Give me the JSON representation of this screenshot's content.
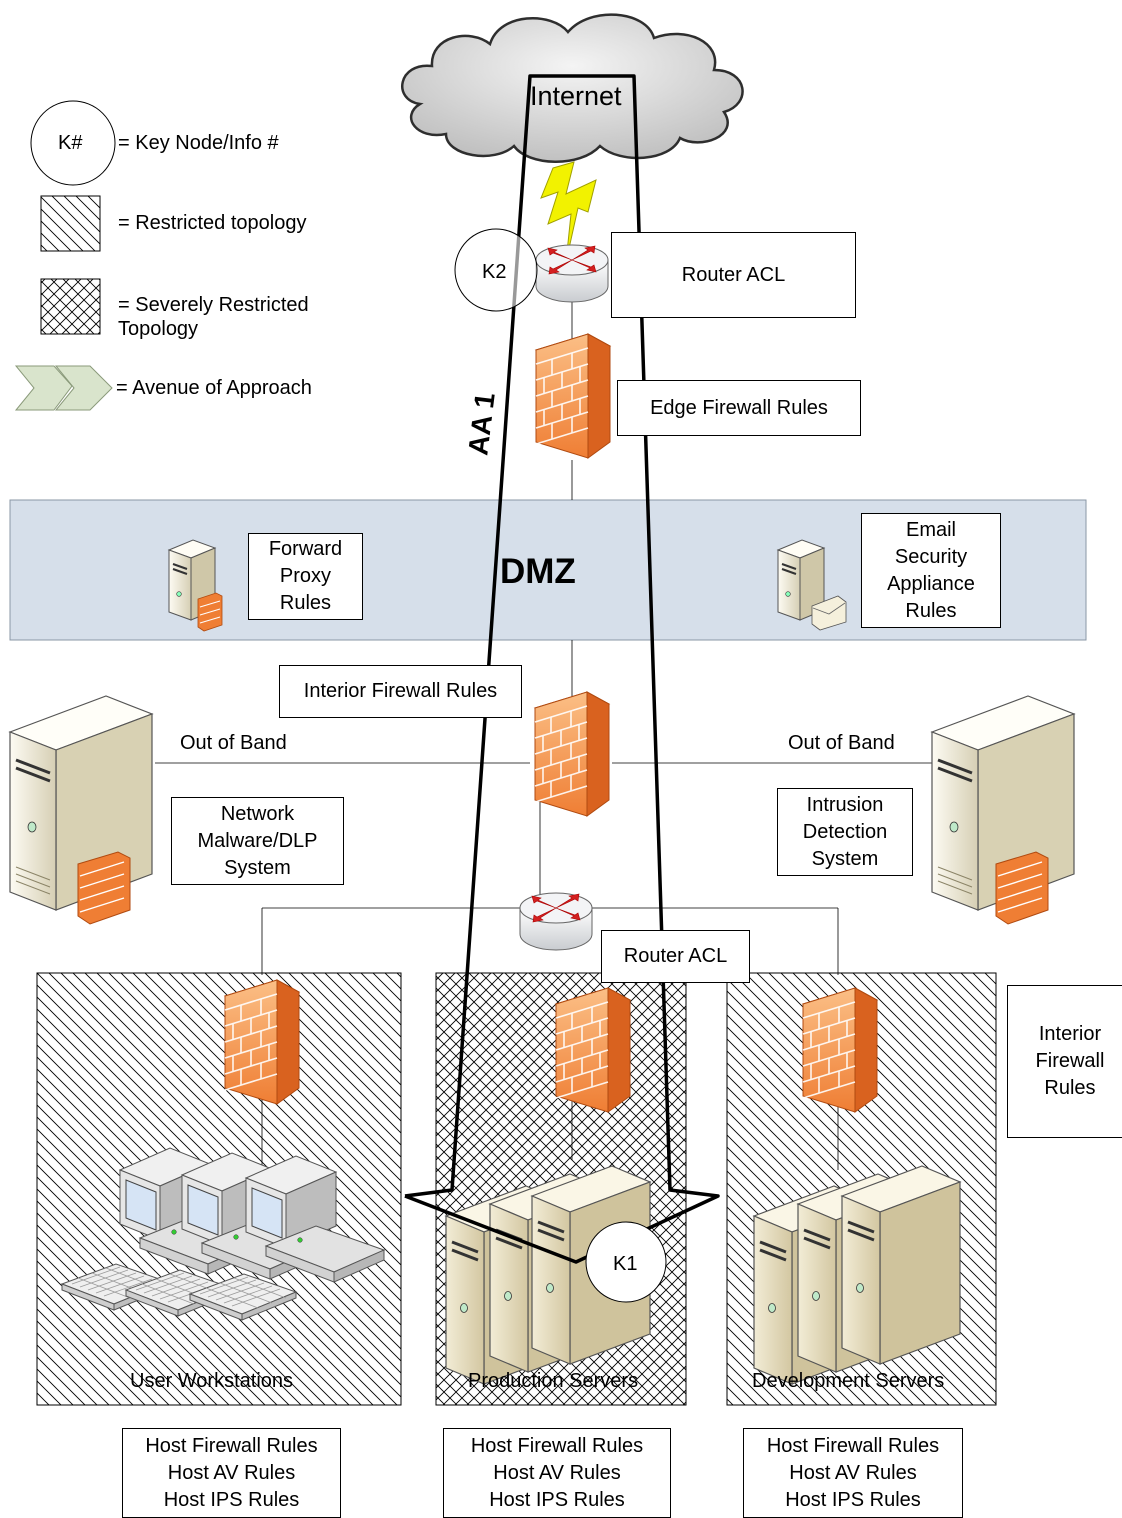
{
  "legend": {
    "key_symbol": "K#",
    "key_text": "= Key Node/Info #",
    "restricted_text": "= Restricted topology",
    "severely_text": "= Severely Restricted\nTopology",
    "avenue_text": "= Avenue of Approach"
  },
  "internet_label": "Internet",
  "dmz_label": "DMZ",
  "avenue_label": "AA 1",
  "nodes": {
    "k2": "K2",
    "k1": "K1"
  },
  "boxes": {
    "router_acl_top": "Router ACL",
    "edge_firewall": "Edge Firewall Rules",
    "forward_proxy": "Forward\nProxy\nRules",
    "email_security": "Email\nSecurity\nAppliance\nRules",
    "interior_firewall": "Interior Firewall Rules",
    "network_malware": "Network\nMalware/DLP\nSystem",
    "intrusion_detection": "Intrusion\nDetection\nSystem",
    "router_acl_bottom": "Router ACL",
    "interior_firewall_right": "Interior\nFirewall\nRules"
  },
  "out_of_band_left": "Out of Band",
  "out_of_band_right": "Out of Band",
  "zones": {
    "user": "User Workstations",
    "production": "Production Servers",
    "development": "Development Servers"
  },
  "host_rules": {
    "user": "Host Firewall Rules\nHost AV Rules\nHost IPS Rules",
    "production": "Host Firewall Rules\nHost AV Rules\nHost IPS Rules",
    "development": "Host Firewall Rules\nHost AV Rules\nHost IPS Rules"
  },
  "colors": {
    "dmz_fill": "#d6dfea",
    "firewall_light": "#f7a666",
    "firewall_dark": "#d9621f",
    "lightning": "#f2f200",
    "avenue_arrow": "#d9e4cc"
  }
}
